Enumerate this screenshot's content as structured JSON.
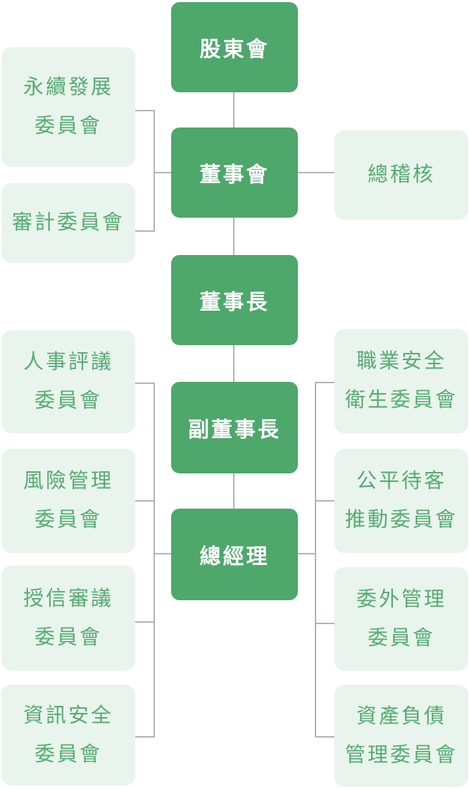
{
  "org_chart": {
    "colors": {
      "primary_green": "#4EA76B",
      "light_green_bg": "#E9F4EC",
      "light_green_text": "#55AC71",
      "connector_gray": "#B3B3B3",
      "main_text": "#FFFFFF"
    },
    "main_chain": [
      {
        "id": "shareholders",
        "label": "股東會"
      },
      {
        "id": "board",
        "label": "董事會"
      },
      {
        "id": "chairman",
        "label": "董事長"
      },
      {
        "id": "vice_chairman",
        "label": "副董事長"
      },
      {
        "id": "president",
        "label": "總經理"
      }
    ],
    "board_left_committees": [
      {
        "id": "sustainability",
        "label": "永續發展\n委員會"
      },
      {
        "id": "audit",
        "label": "審計委員會"
      }
    ],
    "board_right_units": [
      {
        "id": "chief_auditor",
        "label": "總稽核"
      }
    ],
    "president_left_committees": [
      {
        "id": "personnel_review",
        "label": "人事評議\n委員會"
      },
      {
        "id": "risk_management",
        "label": "風險管理\n委員會"
      },
      {
        "id": "credit_review",
        "label": "授信審議\n委員會"
      },
      {
        "id": "information_security",
        "label": "資訊安全\n委員會"
      }
    ],
    "president_right_committees": [
      {
        "id": "occupational_safety",
        "label": "職業安全\n衛生委員會"
      },
      {
        "id": "fair_treatment",
        "label": "公平待客\n推動委員會"
      },
      {
        "id": "outsourcing_management",
        "label": "委外管理\n委員會"
      },
      {
        "id": "asset_liability",
        "label": "資產負債\n管理委員會"
      }
    ]
  }
}
